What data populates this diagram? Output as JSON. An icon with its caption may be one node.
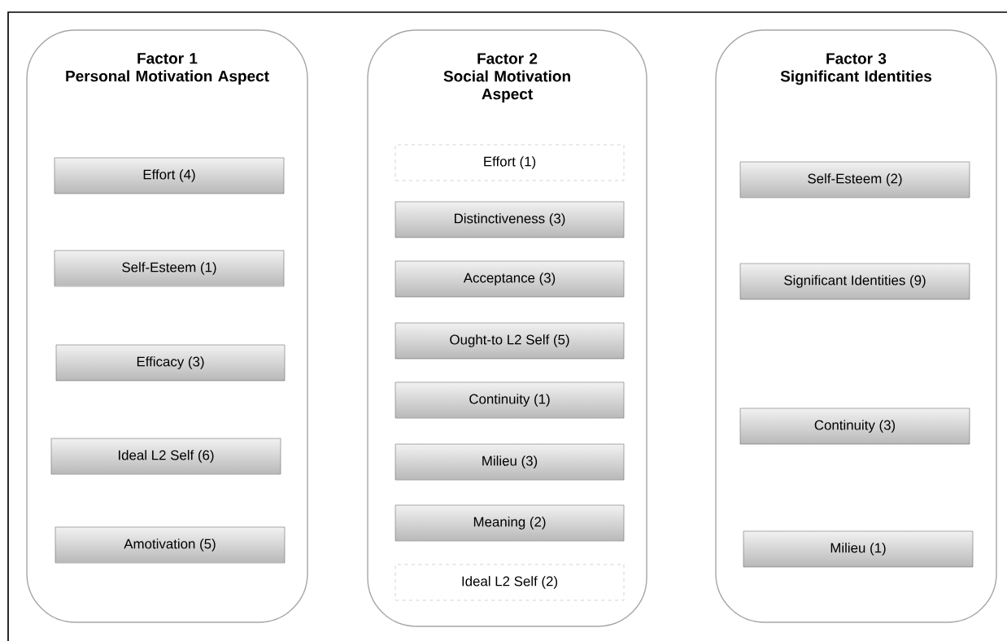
{
  "diagram": {
    "nodes": [
      {
        "text": [
          "Factor 1",
          "Personal Motivation Aspect"
        ]
      },
      {
        "text": [
          "Effort (4)"
        ],
        "in": 0
      },
      {
        "text": [
          "Self-Esteem (1)"
        ],
        "in": 0
      },
      {
        "text": [
          "Efficacy (3)"
        ],
        "in": 0
      },
      {
        "text": [
          "Ideal L2 Self (6)"
        ],
        "in": 0
      },
      {
        "text": [
          "Amotivation (5)"
        ],
        "in": 0
      },
      {
        "text": [
          "Factor 2",
          "Social Motivation Aspect"
        ]
      },
      {
        "text": [
          "Effort (1)"
        ],
        "in": 6
      },
      {
        "text": [
          "Distinctiveness (3)"
        ],
        "in": 6
      },
      {
        "text": [
          "Acceptance (3)"
        ],
        "in": 6
      },
      {
        "text": [
          "Ought-to L2 Self (5)"
        ],
        "in": 6
      },
      {
        "text": [
          "Continuity (1)"
        ],
        "in": 6
      },
      {
        "text": [
          "Milieu (3)"
        ],
        "in": 6
      },
      {
        "text": [
          "Meaning (2)"
        ],
        "in": 6
      },
      {
        "text": [
          "Ideal L2 Self (2)"
        ],
        "in": 6
      },
      {
        "text": [
          "Factor 3",
          "Significant Identities"
        ]
      },
      {
        "text": [
          "Self-Esteem (2)"
        ],
        "in": 15
      },
      {
        "text": [
          "Significant Identities (9)"
        ],
        "in": 15
      },
      {
        "text": [
          "Continuity (3)"
        ],
        "in": 15
      },
      {
        "text": [
          "Milieu (1)"
        ],
        "in": 15
      }
    ]
  }
}
